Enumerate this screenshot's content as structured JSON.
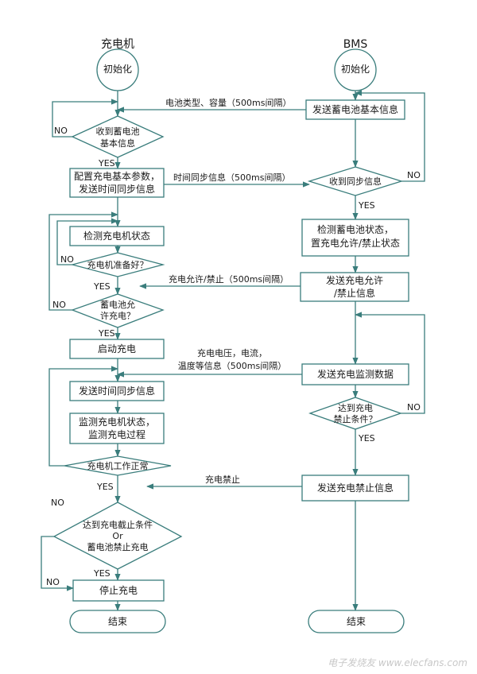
{
  "left_column": {
    "title": "充电机",
    "init": "初始化",
    "recv_bms_info_1": "收到蓄电池",
    "recv_bms_info_2": "基本信息",
    "config_1": "配置充电基本参数，",
    "config_2": "发送时间同步信息",
    "check_charger": "检测充电机状态",
    "charger_ready": "充电机准备好？",
    "battery_allow_1": "蓄电池允",
    "battery_allow_2": "许充电？",
    "start_charge": "启动充电",
    "send_time_sync": "发送时间同步信息",
    "monitor_1": "监测充电机状态，",
    "monitor_2": "监测充电过程",
    "charger_normal": "充电机工作正常",
    "stop_cond_1": "达到充电截止条件",
    "stop_cond_2": "Or",
    "stop_cond_3": "蓄电池禁止充电",
    "stop_charge": "停止充电",
    "end": "结束"
  },
  "right_column": {
    "title": "BMS",
    "init": "初始化",
    "send_basic_info": "发送蓄电池基本信息",
    "recv_sync": "收到同步信息",
    "detect_1": "检测蓄电池状态，",
    "detect_2": "置充电允许/禁止状态",
    "send_allow_1": "发送充电允许",
    "send_allow_2": "/禁止信息",
    "send_monitor": "发送充电监测数据",
    "reach_forbid_1": "达到充电",
    "reach_forbid_2": "禁止条件？",
    "send_forbid": "发送充电禁止信息",
    "end": "结束"
  },
  "messages": {
    "battery_info": "电池类型、容量（500ms间隔）",
    "time_sync": "时间同步信息（500ms间隔）",
    "allow_forbid": "充电允许/禁止（500ms间隔）",
    "monitor_1": "充电电压，电流，",
    "monitor_2": "温度等信息（500ms间隔）",
    "forbid": "充电禁止"
  },
  "branches": {
    "yes": "YES",
    "no": "NO"
  },
  "watermark": "电子发烧友 www.elecfans.com",
  "colors": {
    "stroke": "#3a7d7c",
    "box_fill": "#ffffff"
  }
}
